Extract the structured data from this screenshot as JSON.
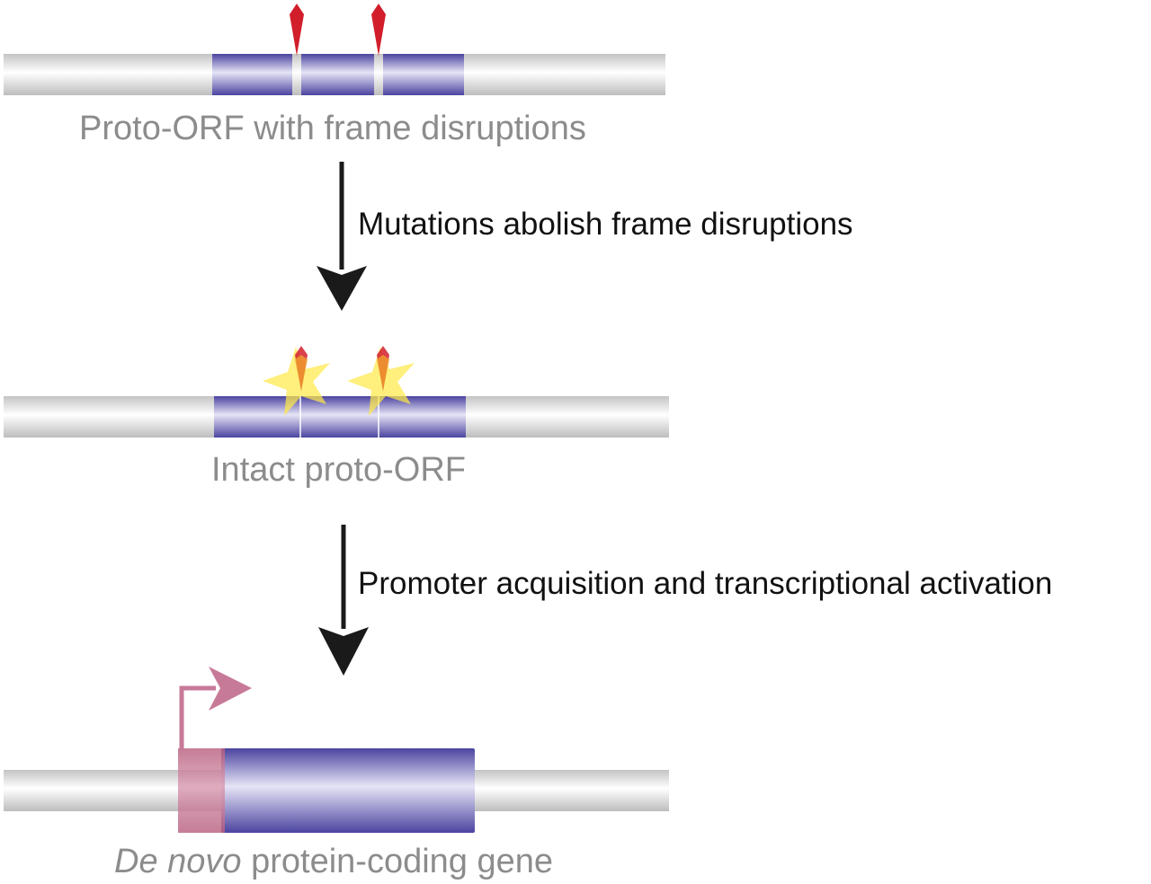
{
  "panels": [
    {
      "caption": "Proto-ORF with frame disruptions"
    },
    {
      "caption": "Intact proto-ORF"
    },
    {
      "caption_italic": "De novo",
      "caption_rest": " protein-coding gene"
    }
  ],
  "steps": [
    {
      "label": "Mutations abolish frame disruptions"
    },
    {
      "label": "Promoter acquisition and transcriptional activation"
    }
  ],
  "colors": {
    "orf": "#5a54a8",
    "dna": "#d6d6d6",
    "frame_disruption": "#d21e2b",
    "mutation_star": "#ffe94a",
    "promoter": "#c77a98",
    "arrow": "#1a1a1a",
    "caption_text": "#8c8c8c"
  }
}
